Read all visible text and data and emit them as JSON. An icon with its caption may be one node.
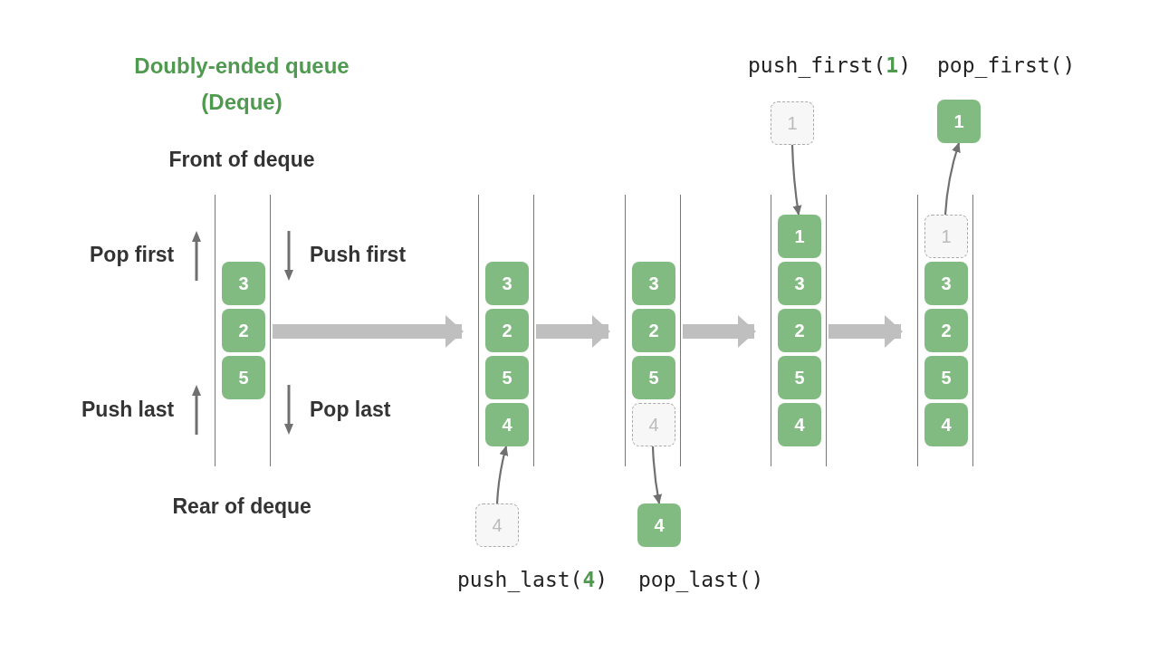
{
  "diagram": {
    "title": "Doubly-ended queue (Deque)",
    "nodes": [
      {
        "text": [],
        "shape": "box"
      },
      {
        "text": [
          "3"
        ],
        "in": 0
      },
      {
        "text": [
          "2"
        ],
        "in": 0
      },
      {
        "text": [
          "5"
        ],
        "in": 0
      },
      {
        "text": [],
        "shape": "box"
      },
      {
        "text": [
          "3"
        ],
        "in": 4
      },
      {
        "text": [
          "2"
        ],
        "in": 4
      },
      {
        "text": [
          "5"
        ],
        "in": 4
      },
      {
        "text": [
          "4"
        ],
        "in": 4
      },
      {
        "text": [
          "4"
        ]
      },
      {
        "text": [],
        "shape": "box"
      },
      {
        "text": [
          "3"
        ],
        "in": 10
      },
      {
        "text": [
          "2"
        ],
        "in": 10
      },
      {
        "text": [
          "5"
        ],
        "in": 10
      },
      {
        "text": [
          "4"
        ],
        "in": 10
      },
      {
        "text": [
          "4"
        ]
      },
      {
        "text": [
          "1"
        ]
      },
      {
        "text": [],
        "shape": "box"
      },
      {
        "text": [
          "1"
        ],
        "in": 17
      },
      {
        "text": [
          "3"
        ],
        "in": 17
      },
      {
        "text": [
          "2"
        ],
        "in": 17
      },
      {
        "text": [
          "5"
        ],
        "in": 17
      },
      {
        "text": [
          "4"
        ],
        "in": 17
      },
      {
        "text": [
          "1"
        ]
      },
      {
        "text": [],
        "shape": "box"
      },
      {
        "text": [
          "1"
        ],
        "in": 24
      },
      {
        "text": [
          "3"
        ],
        "in": 24
      },
      {
        "text": [
          "2"
        ],
        "in": 24
      },
      {
        "text": [
          "5"
        ],
        "in": 24
      },
      {
        "text": [
          "4"
        ],
        "in": 24
      }
    ],
    "edges": [
      {
        "from": 0,
        "to": 4,
        "arrow": "to",
        "style": "thick",
        "color": "#bfbfbf"
      },
      {
        "from": 9,
        "to": 8,
        "arrow": "to",
        "color": "#707070"
      },
      {
        "from": 4,
        "to": 10,
        "arrow": "to",
        "style": "thick",
        "color": "#bfbfbf"
      },
      {
        "from": 14,
        "to": 15,
        "arrow": "to",
        "color": "#707070"
      },
      {
        "from": 10,
        "to": 17,
        "arrow": "to",
        "style": "thick",
        "color": "#bfbfbf"
      },
      {
        "from": 16,
        "to": 18,
        "arrow": "to",
        "color": "#707070"
      },
      {
        "from": 17,
        "to": 24,
        "arrow": "to",
        "style": "thick",
        "color": "#bfbfbf"
      },
      {
        "from": 25,
        "to": 23,
        "arrow": "to",
        "color": "#707070"
      }
    ],
    "labels": [
      "Front of deque",
      "Pop first",
      "Push first",
      "Push last",
      "Pop last",
      "Rear of deque",
      "push_last(**4**)",
      "pop_last()",
      "push_first(**1**)",
      "pop_first()"
    ]
  }
}
